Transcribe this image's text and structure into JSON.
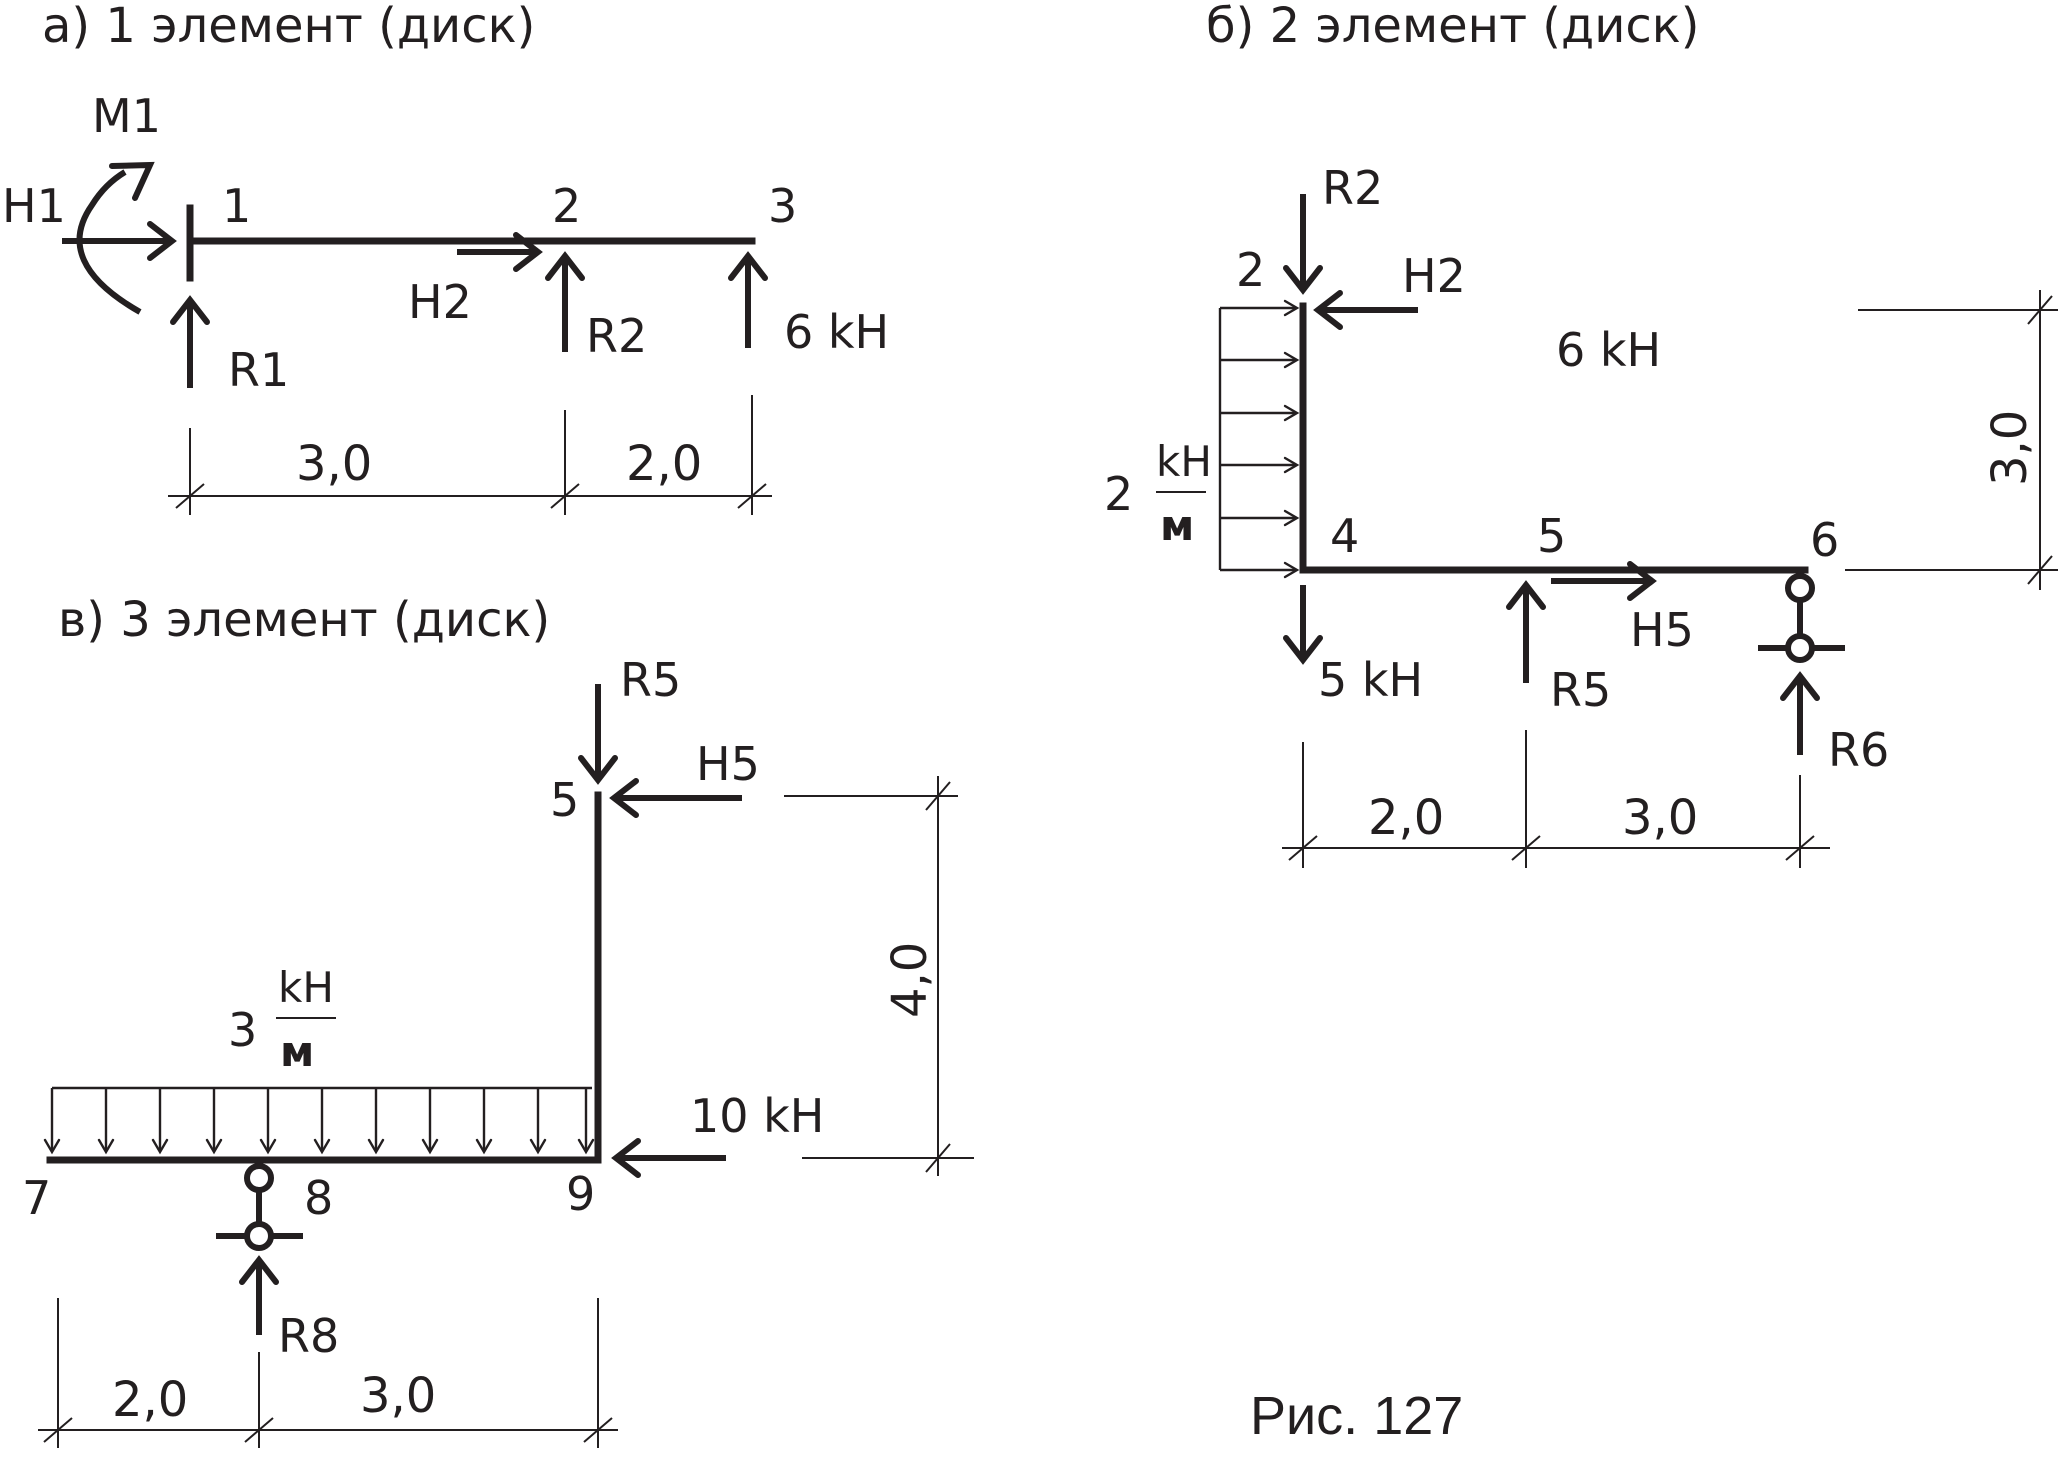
{
  "figure": {
    "caption": "Рис. 127"
  },
  "panel_a": {
    "title": "а)  1 элемент (диск)",
    "nodes": [
      "1",
      "2",
      "3"
    ],
    "forces": {
      "H1": "H1",
      "M1": "M1",
      "R1": "R1",
      "H2": "H2",
      "R2": "R2",
      "P": "6 kH"
    },
    "dimensions": [
      "3,0",
      "2,0"
    ]
  },
  "panel_b": {
    "title": "б)  2 элемент (диск)",
    "nodes": [
      "2",
      "4",
      "5",
      "6"
    ],
    "forces": {
      "R2": "R2",
      "H2": "H2",
      "load_top": "6 kH",
      "P5": "5 kH",
      "R5": "R5",
      "H5": "H5",
      "R6": "R6"
    },
    "distributed_load": {
      "value": "2",
      "unit_num": "kH",
      "unit_den": "м"
    },
    "dimensions": {
      "horizontal": [
        "2,0",
        "3,0"
      ],
      "vertical": "3,0"
    }
  },
  "panel_c": {
    "title": "в)  3 элемент (диск)",
    "nodes": [
      "5",
      "7",
      "8",
      "9"
    ],
    "forces": {
      "R5": "R5",
      "H5": "H5",
      "P": "10 kH",
      "R8": "R8"
    },
    "distributed_load": {
      "value": "3",
      "unit_num": "kH",
      "unit_den": "м"
    },
    "dimensions": {
      "horizontal": [
        "2,0",
        "3,0"
      ],
      "vertical": "4,0"
    }
  }
}
